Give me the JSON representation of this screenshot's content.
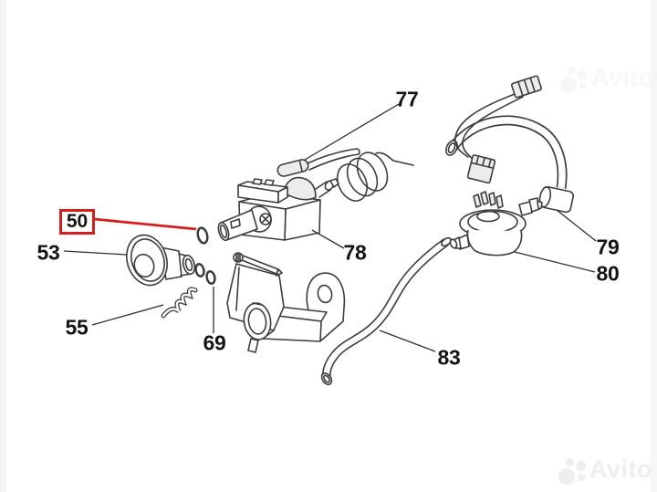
{
  "colors": {
    "background": "#ffffff",
    "line": "#3c3c3c",
    "label": "#141414",
    "highlight": "#d41f1f",
    "watermark-strong": "#eeeeee",
    "watermark-faint": "#f7f7f7"
  },
  "diagram": {
    "labels": {
      "p50": "50",
      "p53": "53",
      "p55": "55",
      "p69": "69",
      "p77": "77",
      "p78": "78",
      "p79": "79",
      "p80": "80",
      "p83": "83"
    },
    "highlighted_label": "50"
  },
  "watermark": {
    "brand": "Avito"
  }
}
